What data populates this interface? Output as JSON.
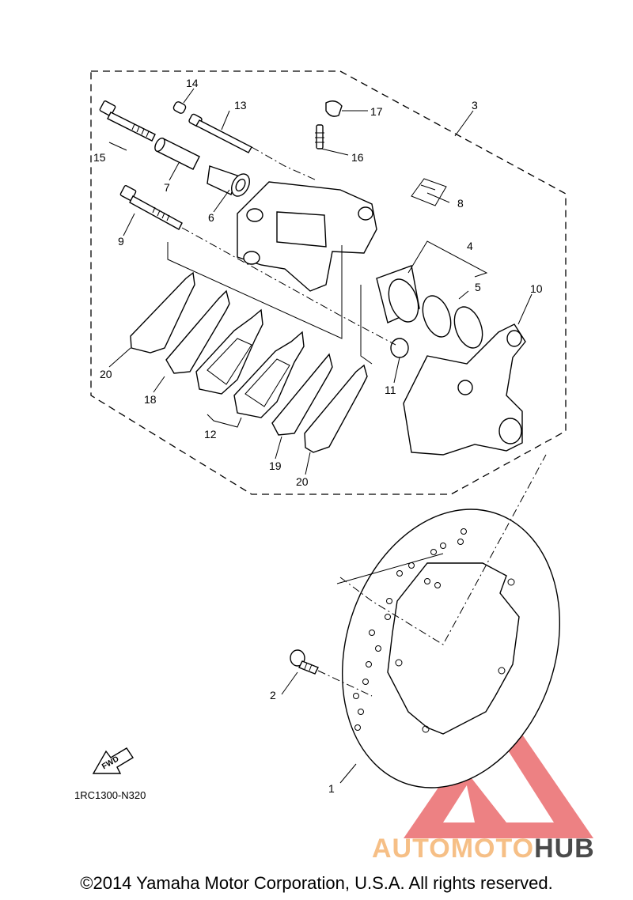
{
  "callouts": [
    "1",
    "2",
    "3",
    "4",
    "5",
    "6",
    "7",
    "8",
    "9",
    "10",
    "11",
    "12",
    "13",
    "14",
    "15",
    "16",
    "17",
    "18",
    "19",
    "20",
    "20"
  ],
  "direction_label": "FWD",
  "diagram_code": "1RC1300-N320",
  "copyright": "©2014 Yamaha Motor Corporation, U.S.A. All rights reserved.",
  "watermark": {
    "part1": "AUTOMOTO",
    "part2": "HUB",
    "color_main": "#e8585a",
    "color_text": "#f6bf86",
    "color_dark": "#4a4a4a"
  }
}
